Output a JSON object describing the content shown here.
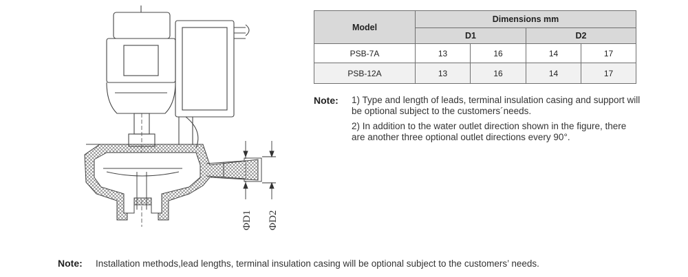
{
  "table": {
    "model_header": "Model",
    "dimensions_header": "Dimensions mm",
    "sub_headers": [
      "D1",
      "D2"
    ],
    "rows": [
      {
        "model": "PSB-7A",
        "values": [
          "13",
          "16",
          "14",
          "17"
        ]
      },
      {
        "model": "PSB-12A",
        "values": [
          "13",
          "16",
          "14",
          "17"
        ]
      }
    ]
  },
  "note": {
    "label": "Note:",
    "items": [
      "1) Type and length of leads, terminal insulation casing and support will be optional subject to the customers´needs.",
      "2) In addition to the water outlet direction shown in the figure, there are another three optional outlet directions every 90°."
    ]
  },
  "bottom_note": {
    "label": "Note:",
    "text": "Installation methods,lead lengths, terminal insulation casing will be optional subject to the customers’ needs."
  },
  "drawing": {
    "dim_labels": [
      "ΦD1",
      "ΦD2"
    ]
  }
}
